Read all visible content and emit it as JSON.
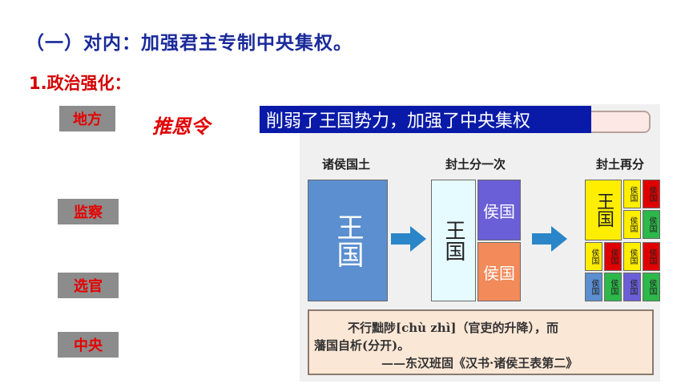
{
  "heading": "（一）对内：加强君主专制中央集权。",
  "subheading": "1.政治强化：",
  "tags": [
    "地方",
    "监察",
    "选官",
    "中央"
  ],
  "tuienling": "推恩令",
  "banner": "削弱了王国势力，加强了中央集权",
  "diagram": {
    "titles": [
      "诸侯国土",
      "封土分一次",
      "封土再分"
    ],
    "wangguo": "王国",
    "houguo": "侯国",
    "wang_small": "王国",
    "hou_small": "侯国"
  },
  "quote": {
    "line1": "不行黜陟[chù zhì]（官吏的升降），而",
    "line2": "藩国自析(分开)。",
    "line3": "——东汉班固《汉书·诸侯王表第二》"
  },
  "colors": {
    "heading": "#1a2a9a",
    "red": "#e00000",
    "banner": "#0a1aa8",
    "blue": "#5b8fd0",
    "purple": "#6a5fd6",
    "orange": "#f28a5a",
    "yellow": "#ffee00",
    "green": "#2db84a",
    "cyan": "#e6fbff"
  }
}
